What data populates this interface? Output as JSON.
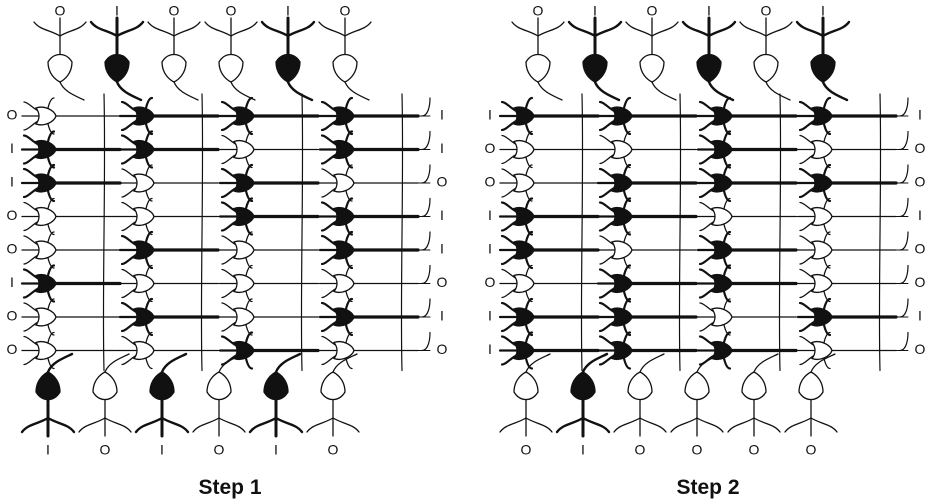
{
  "panels": [
    {
      "caption": "Step 1",
      "top": [
        "O",
        "I",
        "O",
        "O",
        "I",
        "O"
      ],
      "bottom": [
        "I",
        "O",
        "I",
        "O",
        "I",
        "O"
      ],
      "left": [
        "O",
        "I",
        "I",
        "O",
        "O",
        "I",
        "O",
        "O"
      ],
      "right": [
        "I",
        "I",
        "O",
        "I",
        "I",
        "O",
        "I",
        "O"
      ],
      "top_units": [
        0,
        1,
        0,
        0,
        1,
        0
      ],
      "bottom_units": [
        1,
        0,
        1,
        0,
        1,
        0
      ],
      "grid": [
        [
          0,
          1,
          1,
          1
        ],
        [
          1,
          1,
          0,
          1
        ],
        [
          1,
          0,
          1,
          0
        ],
        [
          0,
          0,
          1,
          1
        ],
        [
          0,
          1,
          0,
          1
        ],
        [
          1,
          0,
          0,
          0
        ],
        [
          0,
          1,
          0,
          1
        ],
        [
          0,
          0,
          1,
          0
        ]
      ]
    },
    {
      "caption": "Step 2",
      "top": [
        "O",
        "I",
        "O",
        "I",
        "O",
        "I"
      ],
      "bottom": [
        "O",
        "I",
        "O",
        "O",
        "O",
        "O"
      ],
      "left": [
        "I",
        "O",
        "O",
        "I",
        "I",
        "O",
        "I",
        "I"
      ],
      "right": [
        "I",
        "O",
        "O",
        "I",
        "O",
        "O",
        "I",
        "O"
      ],
      "top_units": [
        0,
        1,
        0,
        1,
        0,
        1
      ],
      "bottom_units": [
        0,
        1,
        0,
        0,
        0,
        0
      ],
      "grid": [
        [
          1,
          1,
          1,
          1
        ],
        [
          0,
          0,
          1,
          0
        ],
        [
          0,
          1,
          1,
          1
        ],
        [
          1,
          1,
          0,
          0
        ],
        [
          1,
          0,
          1,
          0
        ],
        [
          0,
          1,
          1,
          0
        ],
        [
          1,
          1,
          0,
          1
        ],
        [
          1,
          1,
          1,
          0
        ]
      ]
    }
  ],
  "colors": {
    "on": "#111111",
    "off": "#ffffff",
    "line": "#111111"
  }
}
